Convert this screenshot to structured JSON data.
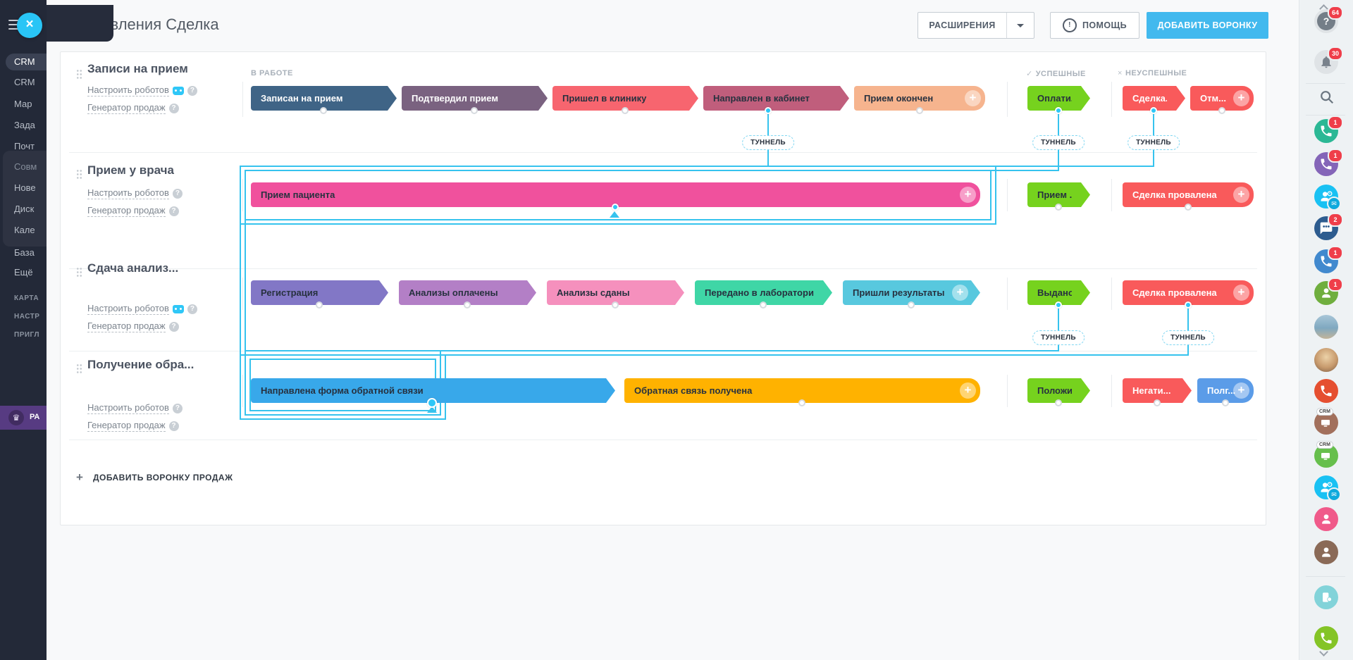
{
  "header": {
    "title": "Направления Сделка",
    "extensions": "РАСШИРЕНИЯ",
    "help": "ПОМОЩЬ",
    "add_funnel": "ДОБАВИТЬ ВОРОНКУ"
  },
  "labels": {
    "in_progress": "В РАБОТЕ",
    "success": "УСПЕШНЫЕ",
    "fail": "НЕУСПЕШНЫЕ",
    "tunnel": "ТУННЕЛЬ",
    "robots": "Настроить роботов",
    "generator": "Генератор продаж",
    "add_sales_funnel": "ДОБАВИТЬ ВОРОНКУ ПРОДАЖ",
    "success_mark": "✓",
    "fail_mark": "×"
  },
  "left_sidebar": {
    "item_active": "CRM",
    "item2": "CRM",
    "item3": "Мар",
    "item4": "Зада",
    "item5": "Почт",
    "group1": "Совм",
    "group2": "Нове",
    "group3": "Диск",
    "group4": "Кале",
    "item6": "База",
    "item7": "Ещё",
    "cap1": "КАРТА",
    "cap2": "НАСТР",
    "cap3": "ПРИГЛ",
    "promo": "РА"
  },
  "pipelines": [
    {
      "title": "Записи на прием",
      "stages": [
        {
          "label": "Записан на прием",
          "color": "#3f6486"
        },
        {
          "label": "Подтвердил прием",
          "color": "#7a6280"
        },
        {
          "label": "Пришел в клинику",
          "color": "#f7656f"
        },
        {
          "label": "Направлен в кабинет",
          "color": "#c05e7c"
        },
        {
          "label": "Прием окончен",
          "color": "#f6b48e"
        },
        {
          "label": "Оплати...",
          "color": "#76d21e"
        },
        {
          "label": "Сделка...",
          "color": "#f95a5b"
        },
        {
          "label": "Отм...",
          "color": "#f95a5b"
        }
      ]
    },
    {
      "title": "Прием у врача",
      "stages": [
        {
          "label": "Прием пациента",
          "color": "#f0519d"
        },
        {
          "label": "Прием ...",
          "color": "#76d21e"
        },
        {
          "label": "Сделка провалена",
          "color": "#f95a5b"
        }
      ]
    },
    {
      "title": "Сдача анализ...",
      "stages": [
        {
          "label": "Регистрация",
          "color": "#8277c6"
        },
        {
          "label": "Анализы оплачены",
          "color": "#b37fc6"
        },
        {
          "label": "Анализы сданы",
          "color": "#f590bd"
        },
        {
          "label": "Передано в лабораторию",
          "color": "#3fd6a6"
        },
        {
          "label": "Пришли результаты",
          "color": "#58c8de"
        },
        {
          "label": "Выдано...",
          "color": "#76d21e"
        },
        {
          "label": "Сделка провалена",
          "color": "#f95a5b"
        }
      ]
    },
    {
      "title": "Получение обра...",
      "stages": [
        {
          "label": "Направлена форма обратной связи",
          "color": "#38a8ea"
        },
        {
          "label": "Обратная связь получена",
          "color": "#ffb200"
        },
        {
          "label": "Положи...",
          "color": "#76d21e"
        },
        {
          "label": "Негати...",
          "color": "#f95a5b"
        },
        {
          "label": "Полг...",
          "color": "#5b9ce8"
        }
      ]
    }
  ],
  "right_rail": {
    "crm_badge": "CRM",
    "items": [
      {
        "name": "help-icon",
        "badge": "64",
        "color": "#dfe3e6"
      },
      {
        "name": "bell-icon",
        "badge": "30",
        "color": "#dfe3e6"
      },
      {
        "name": "search-icon"
      },
      {
        "name": "phone-icon",
        "badge": "1",
        "color": "#2bb895"
      },
      {
        "name": "phone-icon",
        "badge": "1",
        "color": "#8465b8"
      },
      {
        "name": "open-line-icon",
        "color": "#19c1f3"
      },
      {
        "name": "group-chat-icon",
        "badge": "2",
        "color": "#2d5c8f"
      },
      {
        "name": "phone-icon",
        "badge": "1",
        "color": "#4189ce"
      },
      {
        "name": "person-icon",
        "badge": "1",
        "color": "#6fae3e"
      },
      {
        "name": "avatar"
      },
      {
        "name": "avatar"
      },
      {
        "name": "phone-icon",
        "color": "#e54f30"
      },
      {
        "name": "crm-terminal-icon",
        "color": "#a2705c"
      },
      {
        "name": "crm-terminal-icon",
        "color": "#66bf4c"
      },
      {
        "name": "open-line-icon",
        "color": "#19c1f3"
      },
      {
        "name": "person-icon",
        "color": "#f05a8a"
      },
      {
        "name": "person-icon",
        "color": "#8a6a57"
      },
      {
        "name": "device-icon",
        "color": "#82d3d9"
      },
      {
        "name": "phone-icon",
        "color": "#84c426"
      }
    ]
  }
}
